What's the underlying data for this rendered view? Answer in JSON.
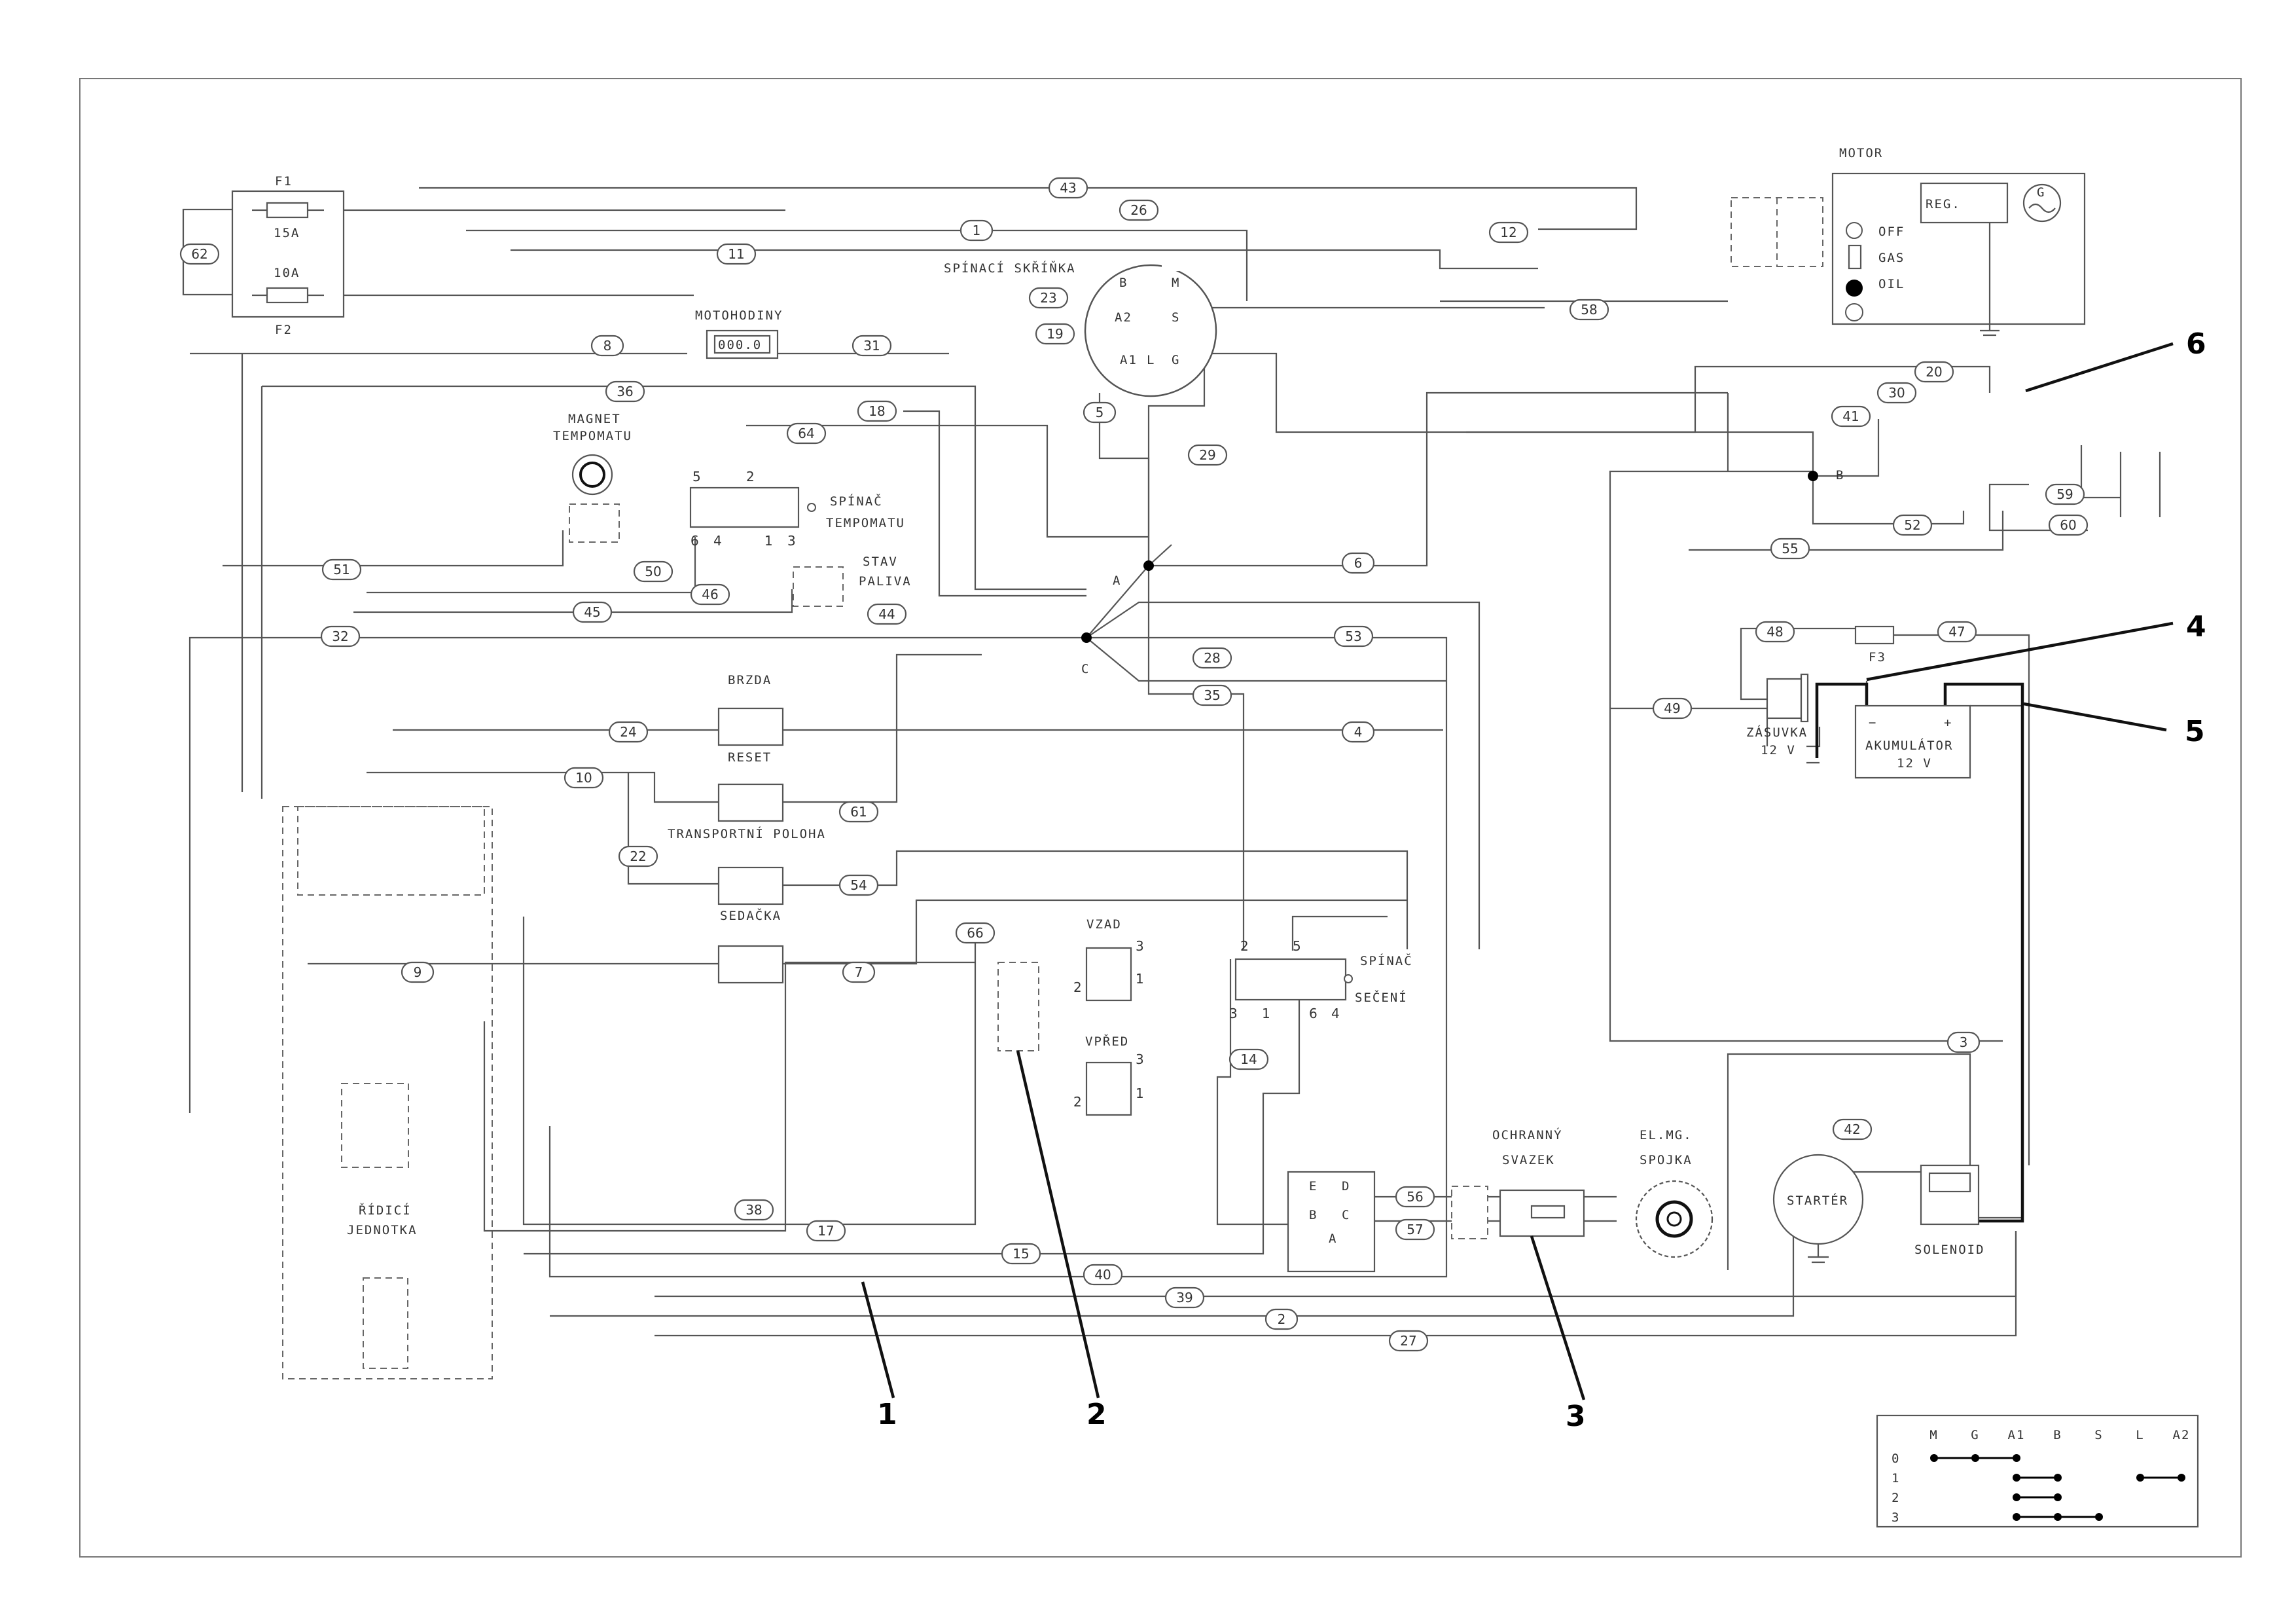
{
  "components": {
    "fuse_f1": {
      "name": "F1",
      "rating": "15A"
    },
    "fuse_f2": {
      "name": "F2",
      "rating": "10A"
    },
    "fuse_f3": {
      "name": "F3"
    },
    "motohodiny": {
      "label": "MOTOHODINY",
      "display": "000.0"
    },
    "ignition": {
      "label": "SPÍNACÍ SKŘÍŇKA",
      "terminals": [
        "B",
        "M",
        "A2",
        "S",
        "A1",
        "L",
        "G"
      ]
    },
    "magnet": {
      "line1": "MAGNET",
      "line2": "TEMPOMATU"
    },
    "spinac_tempomatu": {
      "line1": "SPÍNAČ",
      "line2": "TEMPOMATU",
      "pins_top": [
        "5",
        "2"
      ],
      "pins_bottom": [
        "6",
        "4",
        "1",
        "3"
      ]
    },
    "stav_paliva": {
      "line1": "STAV",
      "line2": "PALIVA"
    },
    "brzda": "BRZDA",
    "reset": "RESET",
    "transportni": "TRANSPORTNÍ POLOHA",
    "sedacka": "SEDAČKA",
    "uzad": {
      "label": "VZAD",
      "pins": [
        "3",
        "2",
        "1"
      ]
    },
    "upred": {
      "label": "VPŘED",
      "pins": [
        "3",
        "2",
        "1"
      ]
    },
    "spinac_seceni": {
      "line1": "SPÍNAČ",
      "line2": "SEČENÍ",
      "pins_top": [
        "2",
        "5"
      ],
      "pins_bottom": [
        "3",
        "1",
        "6",
        "4"
      ]
    },
    "ridici": {
      "line1": "ŘÍDICÍ",
      "line2": "JEDNOTKA"
    },
    "motor": {
      "label": "MOTOR",
      "reg": "REG.",
      "gen": "G",
      "off": "OFF",
      "gas": "GAS",
      "oil": "OIL"
    },
    "zasuvka": {
      "line1": "ZÁSUVKA",
      "line2": "12 V"
    },
    "akumulator": {
      "line1": "AKUMULÁTOR",
      "line2": "12 V",
      "minus": "−",
      "plus": "+"
    },
    "starter": "STARTÉR",
    "solenoid": "SOLENOID",
    "ochranny": {
      "line1": "OCHRANNÝ",
      "line2": "SVAZEK"
    },
    "spojka": {
      "line1": "EL.MG.",
      "line2": "SPOJKA"
    },
    "connector_edbca": [
      "E",
      "D",
      "B",
      "C",
      "A"
    ],
    "nodes": [
      "A",
      "C",
      "B"
    ]
  },
  "wires": [
    "43",
    "26",
    "1",
    "12",
    "11",
    "23",
    "19",
    "8",
    "31",
    "58",
    "20",
    "36",
    "30",
    "41",
    "18",
    "64",
    "5",
    "29",
    "52",
    "59",
    "60",
    "51",
    "50",
    "46",
    "6",
    "55",
    "45",
    "44",
    "32",
    "53",
    "28",
    "35",
    "48",
    "47",
    "49",
    "24",
    "4",
    "10",
    "61",
    "22",
    "54",
    "66",
    "9",
    "7",
    "14",
    "56",
    "57",
    "38",
    "17",
    "15",
    "40",
    "39",
    "2",
    "27",
    "3",
    "42",
    "62"
  ],
  "callouts": [
    "1",
    "2",
    "3",
    "4",
    "5",
    "6"
  ],
  "legend": {
    "columns": [
      "M",
      "G",
      "A1",
      "B",
      "S",
      "L",
      "A2"
    ],
    "rows": [
      "0",
      "1",
      "2",
      "3"
    ],
    "connections": [
      {
        "row": "0",
        "from": "M",
        "to": "A1"
      },
      {
        "row": "1",
        "from": "A1",
        "to": "B"
      },
      {
        "row": "1",
        "from": "L",
        "to": "A2"
      },
      {
        "row": "2",
        "from": "A1",
        "to": "B"
      },
      {
        "row": "3",
        "from": "A1",
        "to": "S"
      }
    ]
  },
  "colors": {
    "line": "#555555",
    "ink": "#000000",
    "background": "#ffffff"
  }
}
